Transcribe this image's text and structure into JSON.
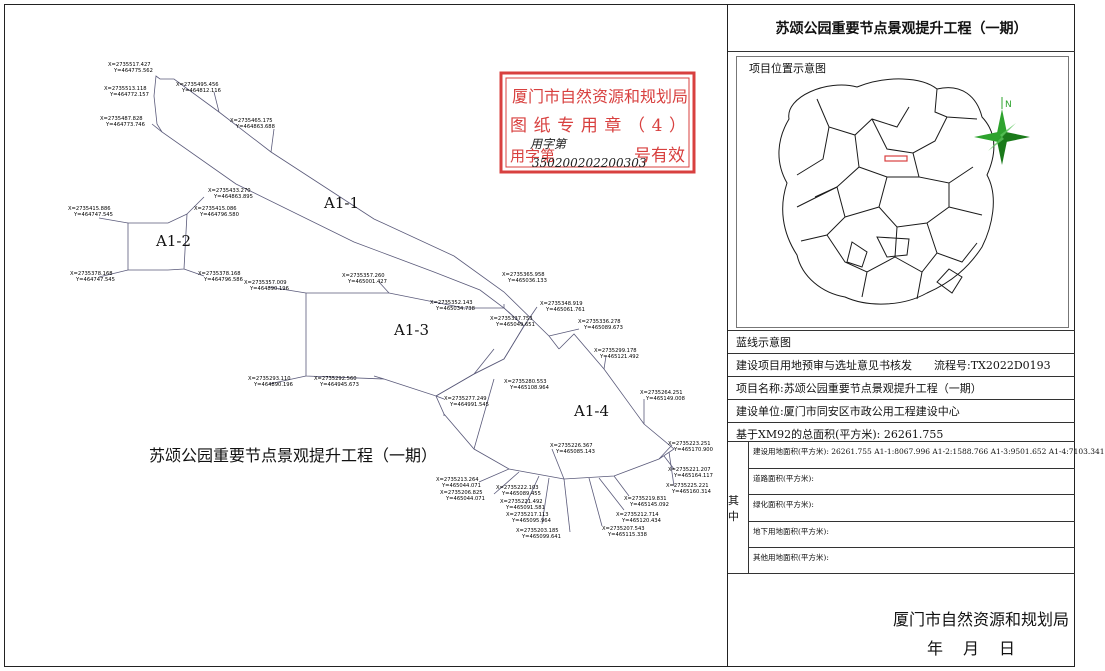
{
  "panel": {
    "title": "苏颂公园重要节点景观提升工程（一期）",
    "location_map_label": "项目位置示意图",
    "north_label": "N",
    "rows": [
      "蓝线示意图",
      "建设项目用地预审与选址意见书核发　　流程号:TX2022D0193",
      "项目名称:苏颂公园重要节点景观提升工程（一期）",
      "建设单位:厦门市同安区市政公用工程建设中心",
      "基于XM92的总面积(平方米): 26261.755"
    ],
    "qizhong_label": "其中",
    "qizhong_rows": [
      "建设用地面积(平方米): 26261.755 A1-1:8067.996 A1-2:1588.766 A1-3:9501.652 A1-4:7103.341",
      "道路面积(平方米):",
      "绿化面积(平方米):",
      "地下用地面积(平方米):",
      "其他用地面积(平方米):"
    ],
    "org": "厦门市自然资源和规划局",
    "date": "年　月　日"
  },
  "drawing": {
    "title": "苏颂公园重要节点景观提升工程（一期）",
    "parcels": [
      "A1-1",
      "A1-2",
      "A1-3",
      "A1-4"
    ],
    "stamp": {
      "line1": "厦门市自然资源和规划局",
      "line2": "图纸专用章（4）",
      "line3_left": "用字第",
      "line3_right": "号有效",
      "number": "350200202200303"
    },
    "coords": [
      [
        "X=2735517.427",
        "Y=464775.562"
      ],
      [
        "X=2735495.456",
        "Y=464812.116"
      ],
      [
        "X=2735513.118",
        "Y=464772.157"
      ],
      [
        "X=2735487.828",
        "Y=464773.746"
      ],
      [
        "X=2735465.175",
        "Y=464863.688"
      ],
      [
        "X=2735433.270",
        "Y=464863.895"
      ],
      [
        "X=2735415.886",
        "Y=464747.545"
      ],
      [
        "X=2735415.086",
        "Y=464796.580"
      ],
      [
        "X=2735378.168",
        "Y=464747.545"
      ],
      [
        "X=2735378.168",
        "Y=464796.586"
      ],
      [
        "X=2735357.260",
        "Y=465001.427"
      ],
      [
        "X=2735357.009",
        "Y=464890.196"
      ],
      [
        "X=2735365.958",
        "Y=465036.133"
      ],
      [
        "X=2735352.143",
        "Y=465034.738"
      ],
      [
        "X=2735348.919",
        "Y=465061.761"
      ],
      [
        "X=2735336.278",
        "Y=465089.673"
      ],
      [
        "X=2735337.753",
        "Y=465049.651"
      ],
      [
        "X=2735299.178",
        "Y=465121.492"
      ],
      [
        "X=2735293.110",
        "Y=464890.196"
      ],
      [
        "X=2735292.560",
        "Y=464945.673"
      ],
      [
        "X=2735280.553",
        "Y=465108.964"
      ],
      [
        "X=2735277.249",
        "Y=464991.545"
      ],
      [
        "X=2735264.251",
        "Y=465149.008"
      ],
      [
        "X=2735226.367",
        "Y=465085.143"
      ],
      [
        "X=2735223.251",
        "Y=465170.900"
      ],
      [
        "X=2735221.207",
        "Y=465164.117"
      ],
      [
        "X=2735225.221",
        "Y=465160.314"
      ],
      [
        "X=2735213.264",
        "Y=465044.071"
      ],
      [
        "X=2735222.103",
        "Y=465089.455"
      ],
      [
        "X=2735206.825",
        "Y=465044.071"
      ],
      [
        "X=2735221.492",
        "Y=465091.581"
      ],
      [
        "X=2735219.831",
        "Y=465145.092"
      ],
      [
        "X=2735212.714",
        "Y=465120.434"
      ],
      [
        "X=2735217.113",
        "Y=465095.964"
      ],
      [
        "X=2735207.543",
        "Y=465115.338"
      ],
      [
        "X=2735203.185",
        "Y=465099.641"
      ]
    ]
  },
  "colors": {
    "stamp": "#d8403f",
    "line": "#5a5a7a",
    "map_line": "#1a1a1a",
    "accent": "#2ea32e"
  }
}
